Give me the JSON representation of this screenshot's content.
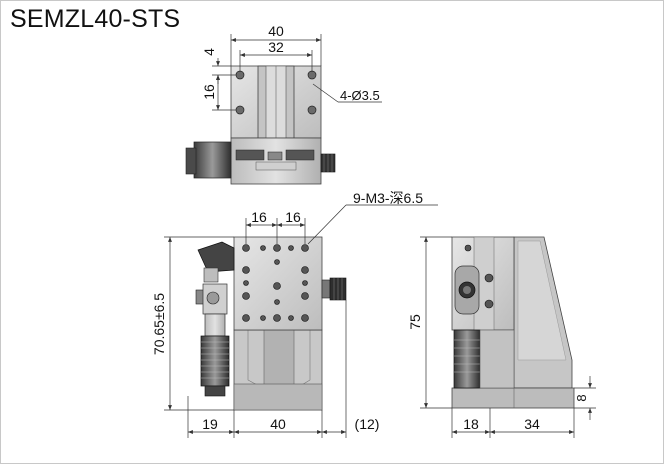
{
  "title": "SEMZL40-STS",
  "top_view": {
    "dim_width": "40",
    "dim_hole_spacing": "32",
    "dim_edge": "4",
    "dim_hole_pitch": "16",
    "hole_callout": "4-Ø3.5"
  },
  "front_view": {
    "dim_hole_spacing_left": "16",
    "dim_hole_spacing_right": "16",
    "tap_callout": "9-M3-深6.5",
    "dim_height_range": "70.65±6.5",
    "dim_micrometer_offset": "19",
    "dim_table_width": "40",
    "dim_knob_ref": "(12)"
  },
  "side_view": {
    "dim_height": "75",
    "dim_base_thickness": "8",
    "dim_depth_front": "18",
    "dim_depth_back": "34"
  }
}
